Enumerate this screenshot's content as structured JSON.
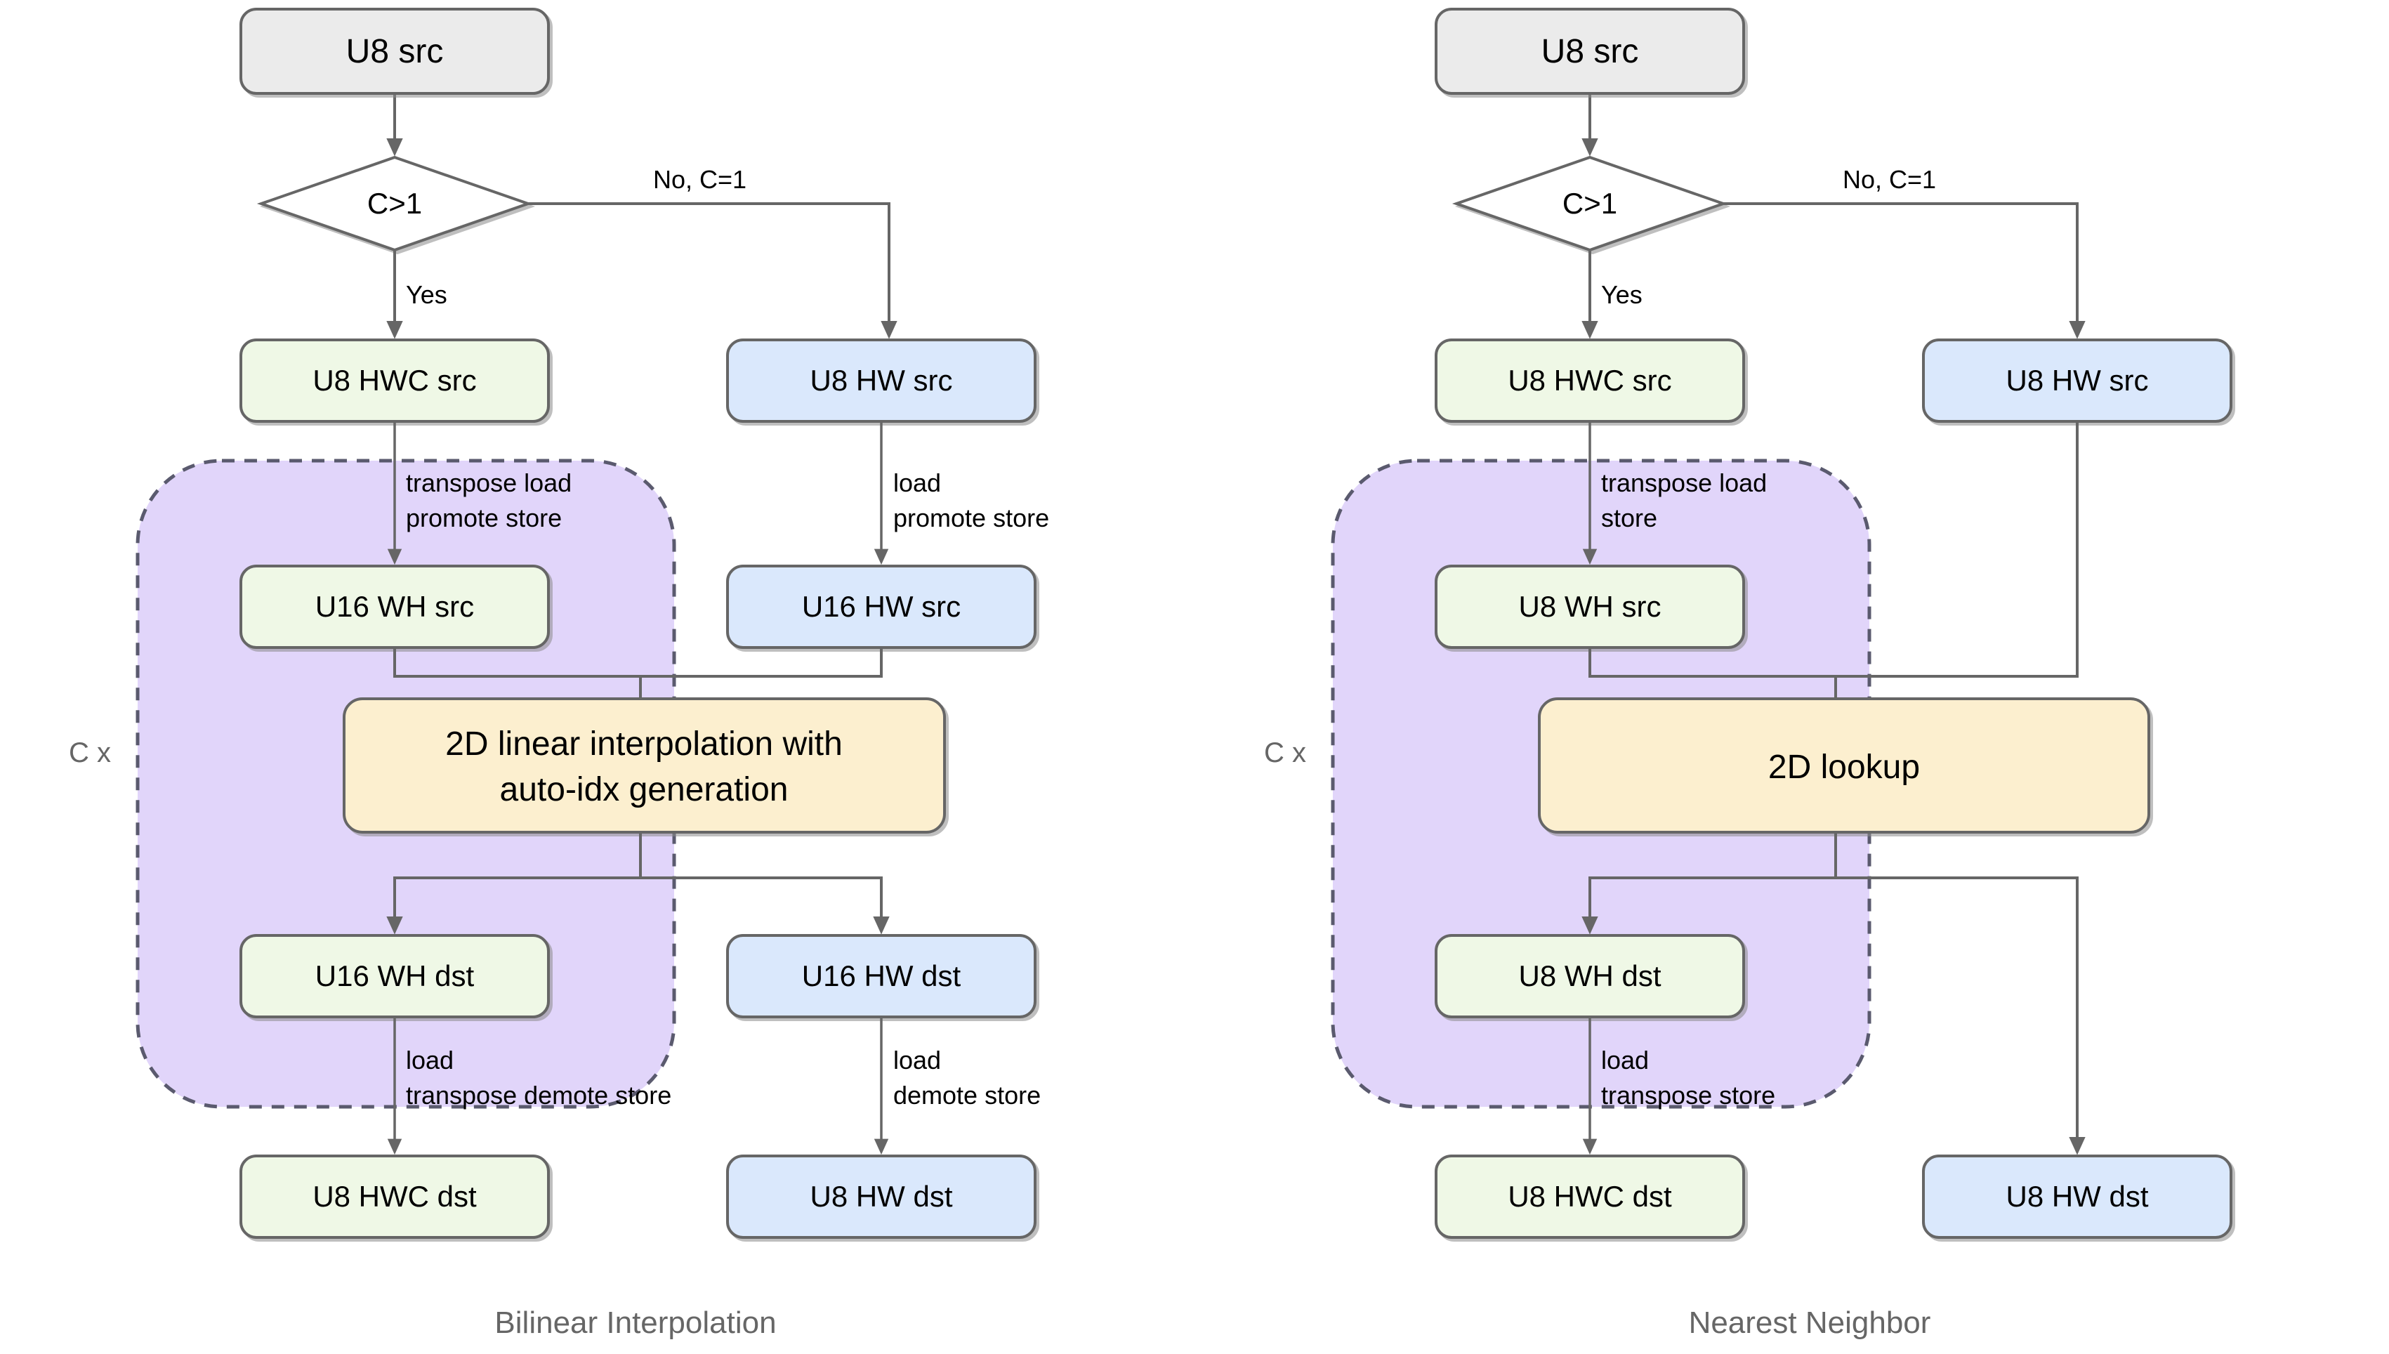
{
  "page": {
    "background": "#ffffff",
    "title": "Resize data-flow comparison diagram"
  },
  "palette": {
    "gray_fill": "#ebebeb",
    "green_fill": "#eff8e6",
    "blue_fill": "#dae8fc",
    "orange_fill": "#fcefcf",
    "purple_fill": "#e1d5fa",
    "stroke": "#666666",
    "dashed_stroke": "#5a5a6e",
    "caption_color": "#666666",
    "text_color": "#000000"
  },
  "diagrams": [
    {
      "id": "bilinear",
      "caption": "Bilinear Interpolation",
      "group_label": "C x",
      "nodes": {
        "src": "U8 src",
        "decision": "C>1",
        "hwc_src": "U8 HWC src",
        "hw_src": "U8 HW src",
        "wh_src_promoted": "U16 WH src",
        "hw_src_promoted": "U16 HW src",
        "kernel": [
          "2D linear interpolation with",
          "auto-idx generation"
        ],
        "wh_dst": "U16 WH dst",
        "hw_dst": "U16 HW dst",
        "hwc_dst": "U8 HWC dst",
        "hw_dst_final": "U8 HW dst"
      },
      "edges": {
        "yes": "Yes",
        "no": "No, C=1",
        "left_load": [
          "transpose load",
          "promote store"
        ],
        "right_load": [
          "load",
          "promote store"
        ],
        "left_store": [
          "load",
          "transpose demote store"
        ],
        "right_store": [
          "load",
          "demote store"
        ]
      }
    },
    {
      "id": "nearest",
      "caption": "Nearest Neighbor",
      "group_label": "C x",
      "nodes": {
        "src": "U8 src",
        "decision": "C>1",
        "hwc_src": "U8 HWC src",
        "hw_src": "U8 HW src",
        "wh_src_promoted": "U8 WH src",
        "kernel": [
          "2D lookup"
        ],
        "wh_dst": "U8 WH dst",
        "hwc_dst": "U8 HWC dst",
        "hw_dst_final": "U8 HW dst"
      },
      "edges": {
        "yes": "Yes",
        "no": "No, C=1",
        "left_load": [
          "transpose load",
          "store"
        ],
        "left_store": [
          "load",
          "transpose store"
        ]
      }
    }
  ]
}
